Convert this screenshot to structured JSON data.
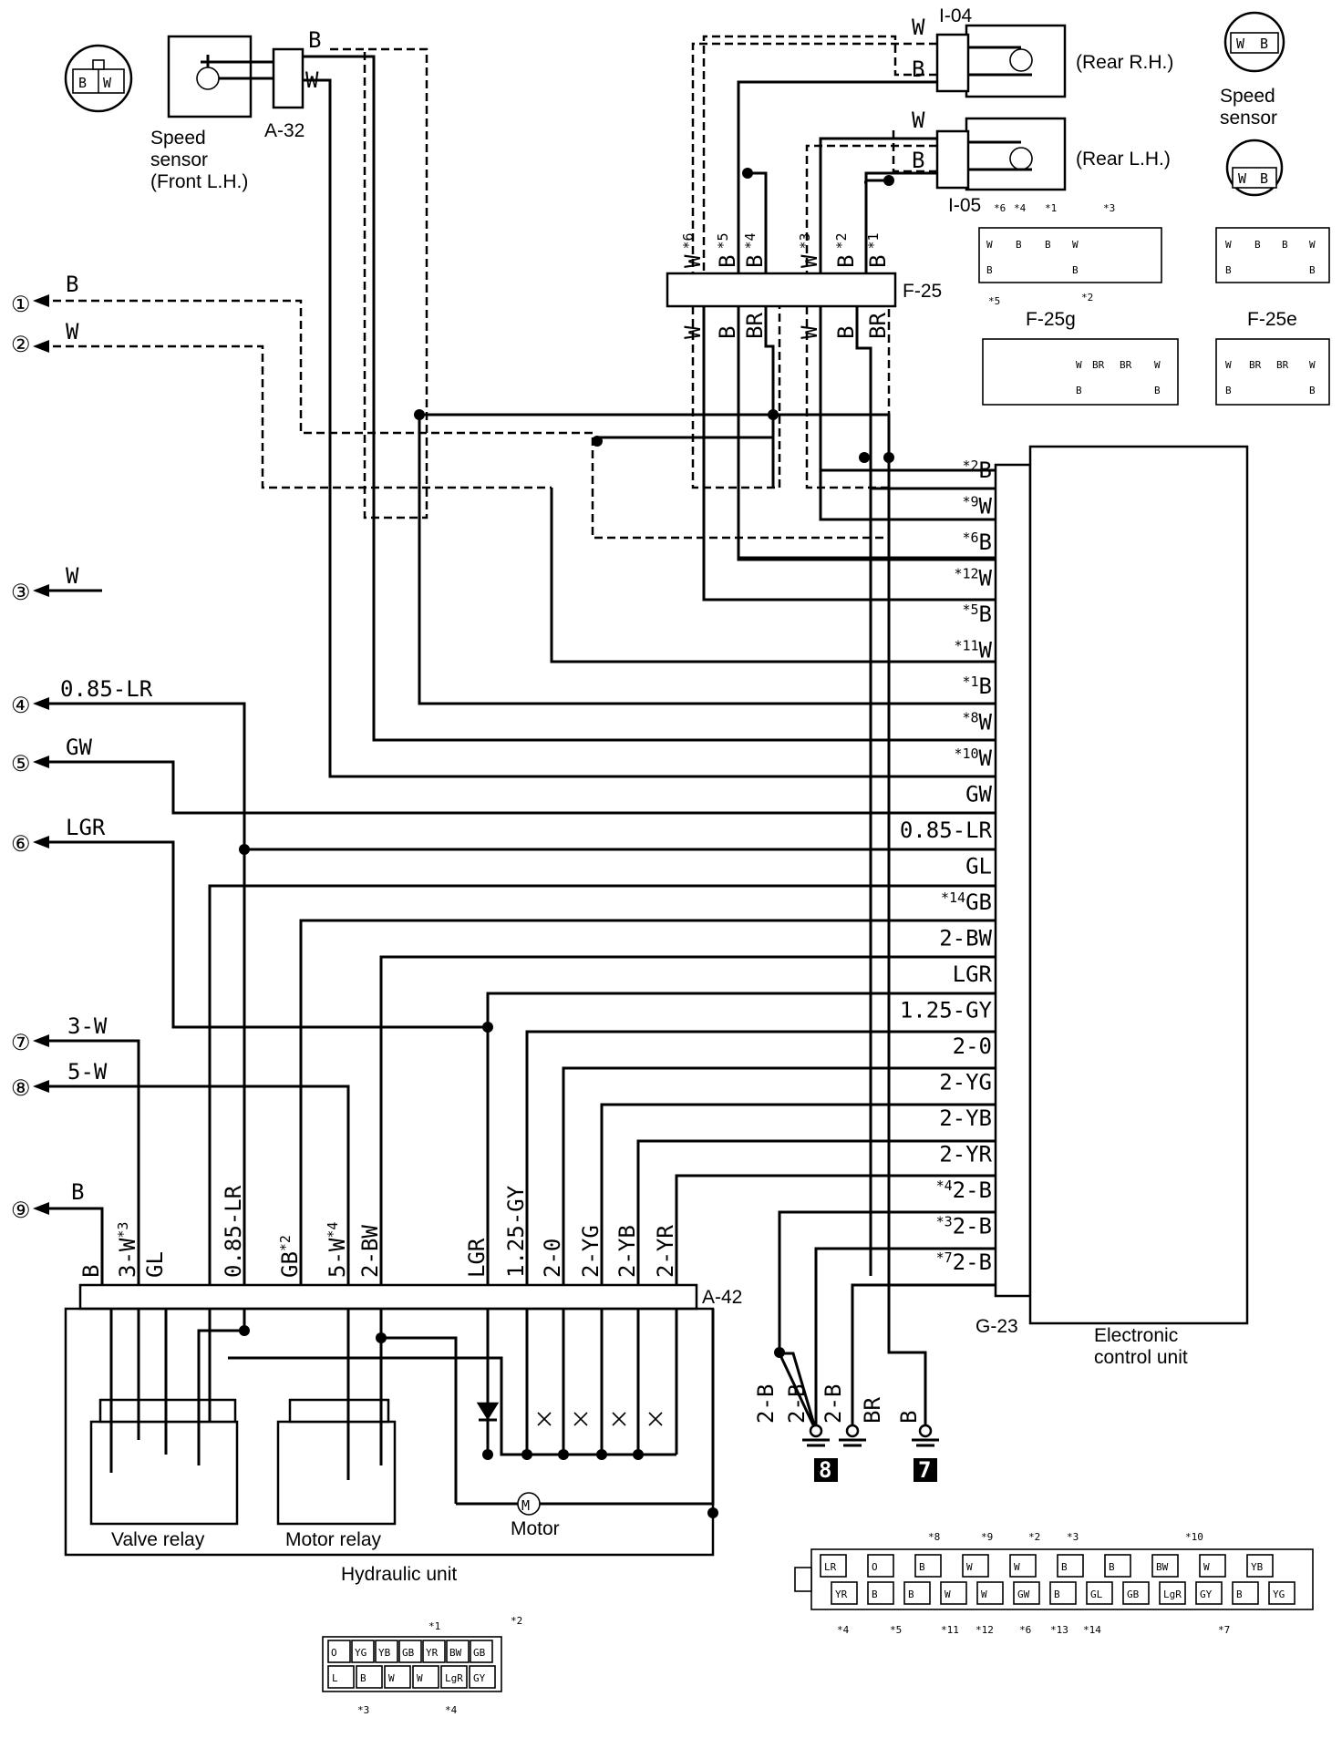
{
  "components": {
    "speed_sensor_front": "Speed\nsensor\n(Front L.H.)",
    "speed_sensor_right": "Speed\nsensor",
    "rear_rh": "(Rear R.H.)",
    "rear_lh": "(Rear L.H.)",
    "ecu": "Electronic\ncontrol unit",
    "hydraulic_unit": "Hydraulic unit",
    "valve_relay": "Valve relay",
    "motor_relay": "Motor relay",
    "motor": "Motor",
    "motor_symbol": "M"
  },
  "connectors": {
    "a32": "A-32",
    "i04": "I-04",
    "i05": "I-05",
    "f25": "F-25",
    "f25g": "F-25g",
    "f25e": "F-25e",
    "a42": "A-42",
    "g23": "G-23"
  },
  "left_terminals": [
    {
      "num": "①",
      "wire": "B"
    },
    {
      "num": "②",
      "wire": "W"
    },
    {
      "num": "③",
      "wire": "W"
    },
    {
      "num": "④",
      "wire": "0.85-LR"
    },
    {
      "num": "⑤",
      "wire": "GW"
    },
    {
      "num": "⑥",
      "wire": "LGR"
    },
    {
      "num": "⑦",
      "wire": "3-W"
    },
    {
      "num": "⑧",
      "wire": "5-W"
    },
    {
      "num": "⑨",
      "wire": "B"
    }
  ],
  "ecu_pins": [
    {
      "mark": "*2",
      "wire": "B"
    },
    {
      "mark": "*9",
      "wire": "W"
    },
    {
      "mark": "*6",
      "wire": "B"
    },
    {
      "mark": "*12",
      "wire": "W"
    },
    {
      "mark": "*5",
      "wire": "B"
    },
    {
      "mark": "*11",
      "wire": "W"
    },
    {
      "mark": "*1",
      "wire": "B"
    },
    {
      "mark": "*8",
      "wire": "W"
    },
    {
      "mark": "*10",
      "wire": "W"
    },
    {
      "mark": "",
      "wire": "GW"
    },
    {
      "mark": "",
      "wire": "0.85-LR"
    },
    {
      "mark": "",
      "wire": "GL"
    },
    {
      "mark": "*14",
      "wire": "GB"
    },
    {
      "mark": "",
      "wire": "2-BW"
    },
    {
      "mark": "",
      "wire": "LGR"
    },
    {
      "mark": "",
      "wire": "1.25-GY"
    },
    {
      "mark": "",
      "wire": "2-0"
    },
    {
      "mark": "",
      "wire": "2-YG"
    },
    {
      "mark": "",
      "wire": "2-YB"
    },
    {
      "mark": "",
      "wire": "2-YR"
    },
    {
      "mark": "*4",
      "wire": "2-B"
    },
    {
      "mark": "*3",
      "wire": "2-B"
    },
    {
      "mark": "*7",
      "wire": "2-B"
    }
  ],
  "a42_pins": [
    {
      "wire": "B",
      "mark": ""
    },
    {
      "wire": "3-W",
      "mark": "*3"
    },
    {
      "wire": "GL",
      "mark": ""
    },
    {
      "wire": "0.85-LR",
      "mark": ""
    },
    {
      "wire": "GB",
      "mark": "*2"
    },
    {
      "wire": "5-W",
      "mark": "*4"
    },
    {
      "wire": "2-BW",
      "mark": ""
    },
    {
      "wire": "LGR",
      "mark": ""
    },
    {
      "wire": "1.25-GY",
      "mark": ""
    },
    {
      "wire": "2-0",
      "mark": ""
    },
    {
      "wire": "2-YG",
      "mark": ""
    },
    {
      "wire": "2-YB",
      "mark": ""
    },
    {
      "wire": "2-YR",
      "mark": ""
    }
  ],
  "f25_top": [
    {
      "wire": "W",
      "mark": "*6"
    },
    {
      "wire": "B",
      "mark": "*5"
    },
    {
      "wire": "B",
      "mark": "*4"
    },
    {
      "wire": "W",
      "mark": "*3"
    },
    {
      "wire": "B",
      "mark": "*2"
    },
    {
      "wire": "B",
      "mark": "*1"
    }
  ],
  "f25_bottom": [
    "W",
    "B",
    "BR",
    "W",
    "B",
    "BR"
  ],
  "a32_wires": [
    "B",
    "W"
  ],
  "i04_wires": [
    "W",
    "B"
  ],
  "i05_wires": [
    "W",
    "B"
  ],
  "ground_wires": [
    "2-B",
    "2-B",
    "2-B",
    "BR",
    "B"
  ],
  "ground_points": [
    "8",
    "7"
  ],
  "sensor_face_front": [
    "B",
    "W"
  ],
  "sensor_face_rear_top": [
    "W",
    "B"
  ],
  "sensor_face_rear_bottom": [
    "W",
    "B"
  ],
  "f25g_face": {
    "marks_top": [
      "*6",
      "*4",
      "*1",
      "*3"
    ],
    "marks_bottom": [
      "*5",
      "*2"
    ],
    "row1": [
      "W",
      "B",
      "B",
      "W"
    ],
    "row2": [
      "B",
      "B"
    ]
  },
  "f25g_lower_face": {
    "row1": [
      "W",
      "BR",
      "BR",
      "W"
    ],
    "row2": [
      "B",
      "B"
    ]
  },
  "f25e_upper_face": {
    "row1": [
      "W",
      "B",
      "B",
      "W"
    ],
    "row2": [
      "B",
      "B"
    ]
  },
  "f25e_face": {
    "row1": [
      "W",
      "BR",
      "BR",
      "W"
    ],
    "row2": [
      "B",
      "B"
    ]
  },
  "ecu_face": {
    "top_marks": [
      "*8",
      "*9",
      "*2",
      "*3",
      "*10"
    ],
    "bottom_marks": [
      "*4",
      "*5",
      "*11",
      "*12",
      "*6",
      "*13",
      "*14",
      "*7"
    ],
    "row1": [
      "LR",
      "O",
      "B",
      "W",
      "W",
      "B",
      "B",
      "BW",
      "W",
      "YB"
    ],
    "row2": [
      "YR",
      "B",
      "B",
      "W",
      "W",
      "GW",
      "B",
      "GL",
      "GB",
      "LgR",
      "GY",
      "B",
      "YG"
    ]
  },
  "hu_face": {
    "top_marks": [
      "*1",
      "*2"
    ],
    "bottom_marks": [
      "*3",
      "*4"
    ],
    "row1": [
      "O",
      "YG",
      "YB",
      "GB",
      "YR",
      "BW",
      "GB"
    ],
    "row2": [
      "L",
      "B",
      "W",
      "W",
      "LgR",
      "GY"
    ]
  }
}
